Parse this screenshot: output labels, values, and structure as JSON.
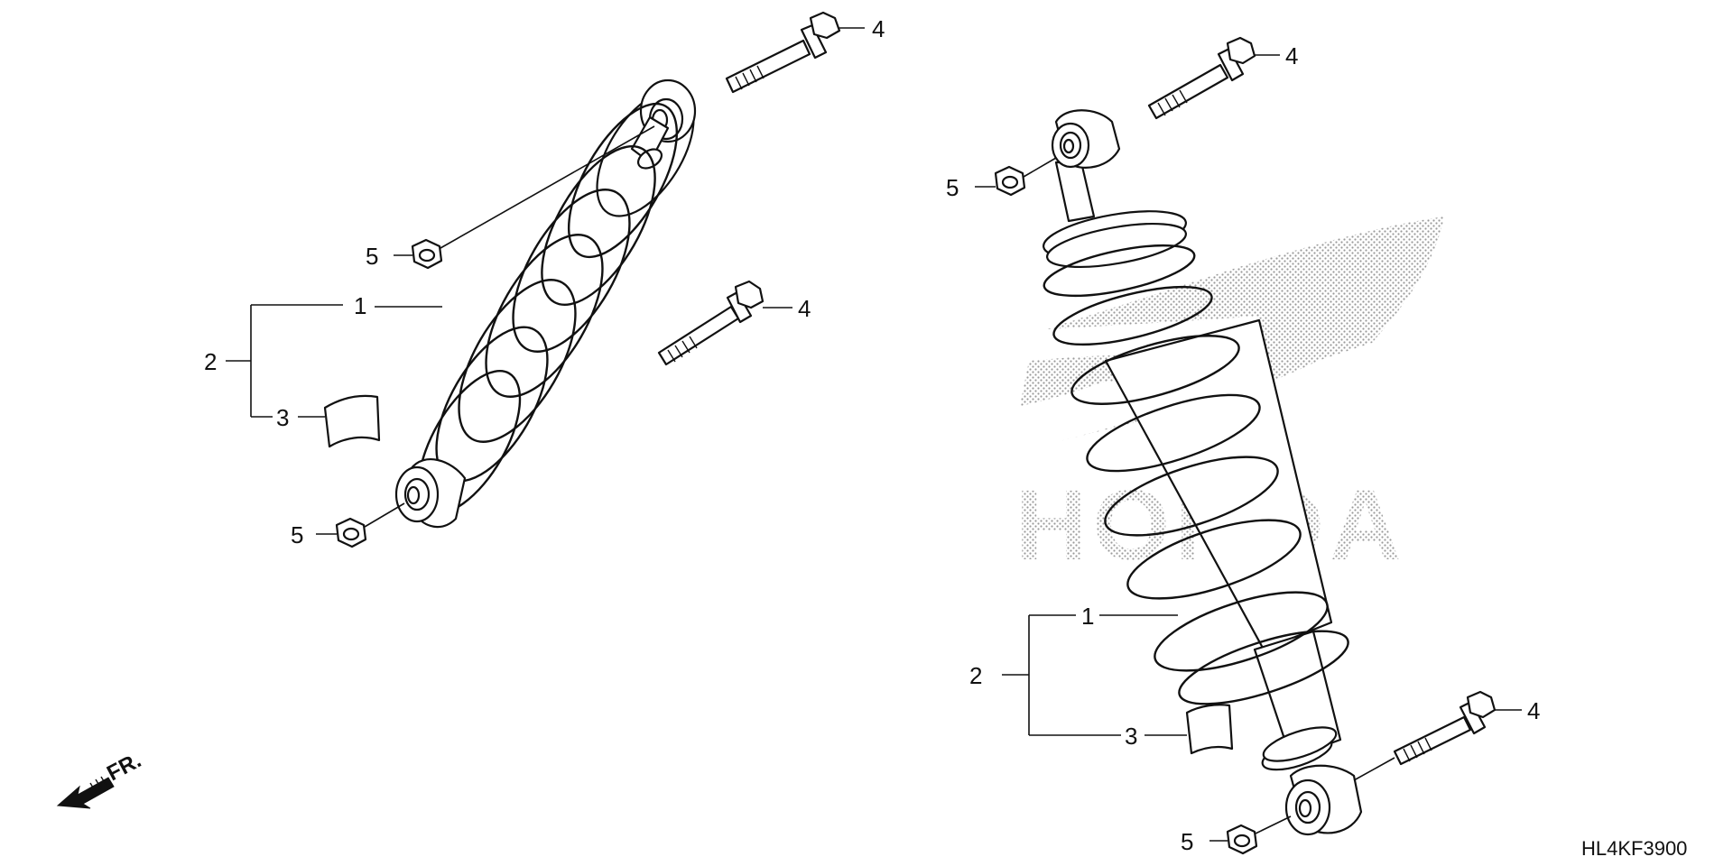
{
  "diagram": {
    "watermark": "HONDA",
    "left_assembly": {
      "callouts": {
        "bolt_top": "4",
        "bolt_mid": "4",
        "nut_top": "5",
        "nut_bottom": "5",
        "spring": "1",
        "assembly": "2",
        "label_sticker": "3"
      }
    },
    "right_assembly": {
      "callouts": {
        "bolt_top": "4",
        "bolt_bottom": "4",
        "nut_top": "5",
        "nut_bottom": "5",
        "spring": "1",
        "assembly": "2",
        "label_sticker": "3"
      }
    },
    "front_indicator": "FR.",
    "part_code": "HL4KF3900"
  }
}
